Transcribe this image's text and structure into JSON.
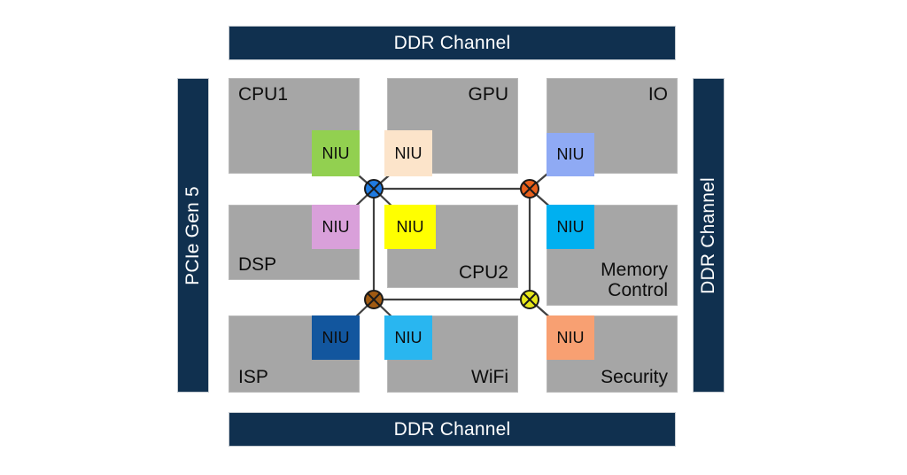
{
  "diagram": {
    "title_bars": {
      "ddr_top": "DDR Channel",
      "ddr_bottom": "DDR Channel",
      "ddr_right": "DDR Channel",
      "pcie_left": "PCIe Gen 5"
    },
    "bar_color": "#10304f",
    "block_color": "#a6a6a6",
    "blocks": [
      {
        "id": "cpu1",
        "label": "CPU1",
        "niu_label": "NIU",
        "niu_color": "#92d050",
        "label_pos": "tl"
      },
      {
        "id": "gpu",
        "label": "GPU",
        "niu_label": "NIU",
        "niu_color": "#fce4ca",
        "label_pos": "tr"
      },
      {
        "id": "io",
        "label": "IO",
        "niu_label": "NIU",
        "niu_color": "#8faaf4",
        "label_pos": "tr"
      },
      {
        "id": "dsp",
        "label": "DSP",
        "niu_label": "NIU",
        "niu_color": "#d9a0da",
        "label_pos": "bl"
      },
      {
        "id": "cpu2",
        "label": "CPU2",
        "niu_label": "NIU",
        "niu_color": "#ffff00",
        "label_pos": "br"
      },
      {
        "id": "memctl",
        "label": "Memory\nControl",
        "niu_label": "NIU",
        "niu_color": "#00b0f0",
        "label_pos": "br"
      },
      {
        "id": "isp",
        "label": "ISP",
        "niu_label": "NIU",
        "niu_color": "#12569e",
        "label_pos": "bl"
      },
      {
        "id": "wifi",
        "label": "WiFi",
        "niu_label": "NIU",
        "niu_color": "#29b6f0",
        "label_pos": "br"
      },
      {
        "id": "sec",
        "label": "Security",
        "niu_label": "NIU",
        "niu_color": "#f8a072",
        "label_pos": "br"
      }
    ],
    "routers": [
      {
        "id": "r-top-left",
        "color": "#1f7ae0"
      },
      {
        "id": "r-top-right",
        "color": "#e8601c"
      },
      {
        "id": "r-bottom-left",
        "color": "#a05a12"
      },
      {
        "id": "r-bottom-right",
        "color": "#e8e81c"
      }
    ]
  }
}
